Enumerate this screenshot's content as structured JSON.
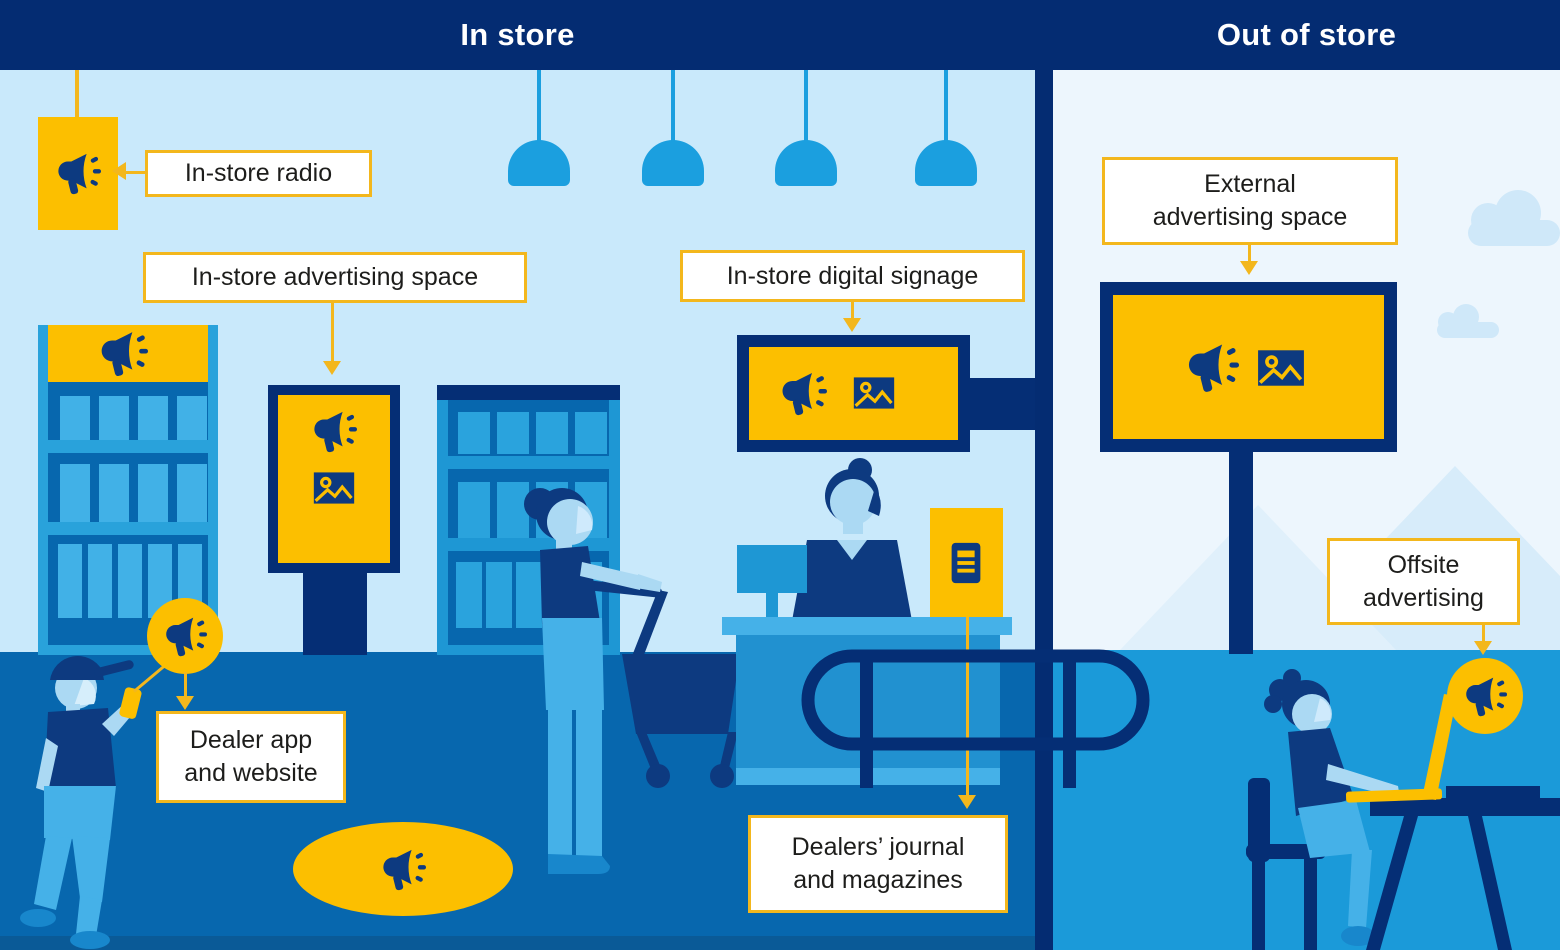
{
  "header": {
    "in_store": "In store",
    "out_of_store": "Out of store"
  },
  "labels": {
    "in_store_radio": "In-store radio",
    "in_store_advertising_space": "In-store advertising space",
    "in_store_digital_signage": "In-store digital signage",
    "dealer_app_and_website": "Dealer app\nand website",
    "dealers_journal_and_magazines": "Dealers’ journal\nand magazines",
    "external_advertising_space": "External\nadvertising space",
    "offsite_advertising": "Offsite\nadvertising"
  },
  "icons": [
    "megaphone-icon",
    "image-icon",
    "document-icon"
  ],
  "colors": {
    "header_navy": "#042c72",
    "structure_navy": "#052e75",
    "icon_navy": "#0d3a80",
    "wall_light_blue": "#c9e9fb",
    "outside_sky": "#edf6fd",
    "floor_left": "#0767ae",
    "floor_left_base": "#0a5a97",
    "ground_right": "#1b9ad9",
    "accent_yellow": "#fcbf00",
    "connector_yellow": "#f3b71d",
    "label_background": "#ffffff",
    "label_text": "#1d1d1b",
    "mid_blue": "#29a2db",
    "product_blue": "#41b1e7",
    "skin_blue": "#abd9f3",
    "pants_blue": "#45b1e8",
    "shoe_blue": "#1887cc",
    "cloud_blue": "#cfe8f9",
    "mountain_blue": "#dceefb"
  }
}
